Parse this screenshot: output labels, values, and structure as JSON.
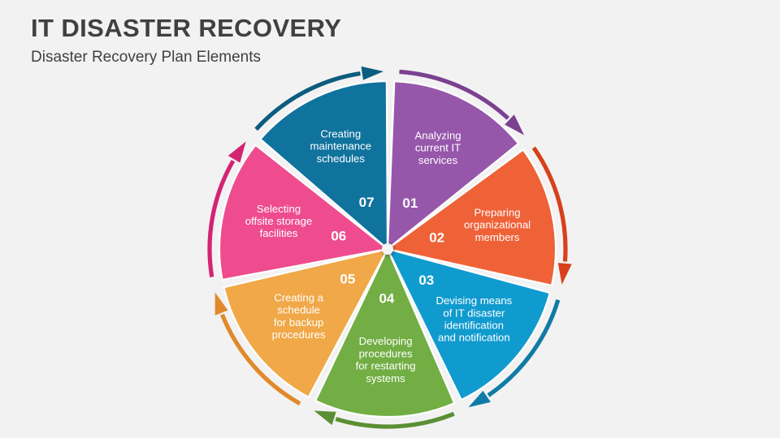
{
  "header": {
    "title": "IT DISASTER RECOVERY",
    "subtitle": "Disaster Recovery Plan Elements"
  },
  "colors": {
    "background": "#f2f2f2",
    "title_text": "#404040",
    "label_text": "#ffffff"
  },
  "chart_data": {
    "type": "pie",
    "title": "IT DISASTER RECOVERY",
    "subtitle": "Disaster Recovery Plan Elements",
    "legend": "none",
    "equal_slices": true,
    "slice_count": 7,
    "slice_angle_degrees": 51.4286,
    "categories": [
      "Analyzing current IT services",
      "Preparing organizational members",
      "Devising means of IT disaster identification and notification",
      "Developing procedures for restarting systems",
      "Creating a schedule for backup procedures",
      "Selecting offsite storage facilities",
      "Creating maintenance schedules"
    ],
    "values": [
      14.3,
      14.3,
      14.3,
      14.3,
      14.3,
      14.3,
      14.3
    ],
    "segments": [
      {
        "number": "01",
        "label": "Analyzing current IT services",
        "lines": [
          "Analyzing",
          "current IT",
          "services"
        ],
        "color": "#9657ab",
        "arrow_color": "#7b4191"
      },
      {
        "number": "02",
        "label": "Preparing organizational members",
        "lines": [
          "Preparing",
          "organizational",
          "members"
        ],
        "color": "#ef6137",
        "arrow_color": "#d8401b"
      },
      {
        "number": "03",
        "label": "Devising means of IT disaster identification and notification",
        "lines": [
          "Devising means",
          "of IT disaster",
          "identification",
          "and notification"
        ],
        "color": "#109bcf",
        "arrow_color": "#0f7ba6"
      },
      {
        "number": "04",
        "label": "Developing procedures for restarting systems",
        "lines": [
          "Developing",
          "procedures",
          "for restarting",
          "systems"
        ],
        "color": "#72ae44",
        "arrow_color": "#5a8f34"
      },
      {
        "number": "05",
        "label": "Creating a schedule for backup procedures",
        "lines": [
          "Creating a",
          "schedule",
          "for backup",
          "procedures"
        ],
        "color": "#f0a848",
        "arrow_color": "#e1892a"
      },
      {
        "number": "06",
        "label": "Selecting offsite storage facilities",
        "lines": [
          "Selecting",
          "offsite storage",
          "facilities"
        ],
        "color": "#ee4c8e",
        "arrow_color": "#d32472"
      },
      {
        "number": "07",
        "label": "Creating maintenance schedules",
        "lines": [
          "Creating",
          "maintenance",
          "schedules"
        ],
        "color": "#10739e",
        "arrow_color": "#0c5c80"
      }
    ]
  }
}
